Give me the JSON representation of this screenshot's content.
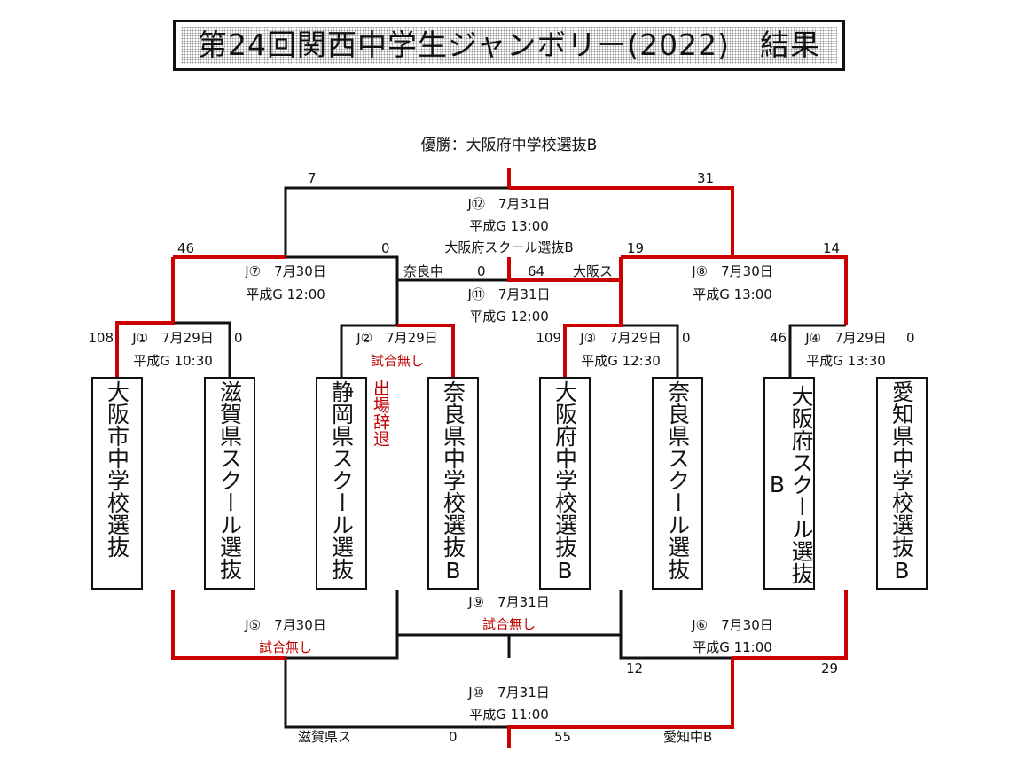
{
  "title": "第24回関西中学生ジャンボリー(2022)　結果",
  "champion": "優勝：大阪府中学校選抜B",
  "teams": [
    "大阪市中学校選抜",
    "滋賀県スクール選抜",
    "静岡県スクール選抜",
    "奈良県中学校選抜B",
    "大阪府中学校選抜B",
    "奈良県スクール選抜",
    "大阪府スクール選抜B",
    "愛知県中学校選抜B"
  ],
  "withdrawn_note": "出場辞退",
  "matches": {
    "j1": {
      "line1": "J①　7月29日",
      "line2": "平成G 10:30",
      "score_left": "108",
      "score_right": "0"
    },
    "j2": {
      "line1": "J②　7月29日",
      "line2": "試合無し"
    },
    "j3": {
      "line1": "J③　7月29日",
      "line2": "平成G 12:30",
      "score_left": "109",
      "score_right": "0"
    },
    "j4": {
      "line1": "J④　7月29日",
      "line2": "平成G 13:30",
      "score_left": "46",
      "score_right": "0"
    },
    "j5": {
      "line1": "J⑤　7月30日",
      "line2": "試合無し"
    },
    "j6": {
      "line1": "J⑥　7月30日",
      "line2": "平成G 11:00",
      "score_left": "12",
      "score_right": "29"
    },
    "j7": {
      "line1": "J⑦　7月30日",
      "line2": "平成G 12:00",
      "score_left": "46",
      "score_right": "0"
    },
    "j8": {
      "line1": "J⑧　7月30日",
      "line2": "平成G 13:00",
      "score_left": "19",
      "score_right": "14"
    },
    "j9": {
      "line1": "J⑨　7月31日",
      "line2": "試合無し"
    },
    "j10": {
      "line1": "J⑩　7月31日",
      "line2": "平成G 11:00",
      "left_team": "滋賀県ス",
      "score_left": "0",
      "score_right": "55",
      "right_team": "愛知中B"
    },
    "j11": {
      "line1": "J⑪　7月31日",
      "line2": "平成G 12:00",
      "left_team": "奈良中",
      "score_left": "0",
      "score_right": "64",
      "right_team": "大阪ス"
    },
    "j12": {
      "line1": "J⑫　7月31日",
      "line2": "平成G 13:00",
      "line3": "大阪府スクール選抜B",
      "score_left": "7",
      "score_right": "31"
    }
  },
  "colors": {
    "winner_line": "#cc0000",
    "loser_line": "#111111",
    "box_border": "#111111"
  }
}
